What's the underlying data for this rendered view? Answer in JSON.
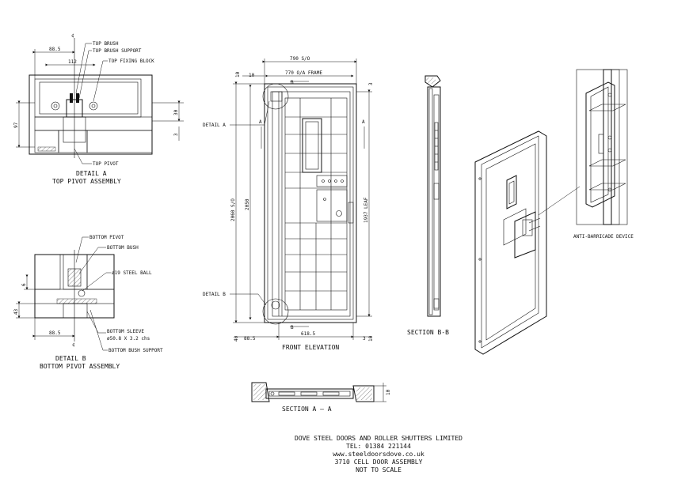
{
  "detail_a": {
    "labels": {
      "top_brush": "TOP BRUSH",
      "top_brush_support": "TOP BRUSH SUPPORT",
      "top_fixing_block": "TOP FIXING BLOCK",
      "top_pivot": "TOP PIVOT",
      "cl": "¢"
    },
    "dims": {
      "d1": "88.5",
      "d2": "112",
      "d3": "97",
      "d4": "30",
      "d5": "3"
    },
    "caption": "DETAIL A",
    "subcaption": "TOP PIVOT ASSEMBLY"
  },
  "detail_b": {
    "labels": {
      "bottom_pivot": "BOTTOM PIVOT",
      "bottom_bush": "BOTTOM BUSH",
      "steel_ball": "ø19 STEEL BALL",
      "bottom_sleeve": "BOTTOM SLEEVE",
      "sleeve_spec": "ø50.8 X 3.2 chs",
      "bottom_bush_support": "BOTTOM BUSH SUPPORT",
      "cl": "¢"
    },
    "dims": {
      "d1": "6",
      "d2": "43",
      "d3": "88.5"
    },
    "caption": "DETAIL B",
    "subcaption": "BOTTOM PIVOT ASSEMBLY"
  },
  "front_elevation": {
    "dims": {
      "overall_width": "790 S/O",
      "frame_width": "770 O/A FRAME",
      "d10_left": "10",
      "d10_top": "10",
      "d3_top": "3",
      "height_so": "2060 S/O",
      "height_2050": "2050",
      "leaf": "1937 LEAF",
      "d40": "40",
      "d88": "88.5",
      "d618": "618.5",
      "d3_bottom": "3",
      "d10_bottom": "10"
    },
    "section_marks": {
      "a": "A",
      "b": "B"
    },
    "detail_a_label": "DETAIL A",
    "detail_b_label": "DETAIL B",
    "caption": "FRONT ELEVATION"
  },
  "section_bb": {
    "caption": "SECTION B-B"
  },
  "section_aa": {
    "caption": "SECTION A – A",
    "dim": "10"
  },
  "iso": {
    "label": "ANTI-BARRICADE DEVICE"
  },
  "title_block": {
    "company": "DOVE STEEL DOORS AND ROLLER SHUTTERS LIMITED",
    "tel": "TEL: 01384 221144",
    "web": "www.steeldoorsdove.co.uk",
    "drawing": "3710 CELL DOOR ASSEMBLY",
    "scale": "NOT TO SCALE"
  }
}
